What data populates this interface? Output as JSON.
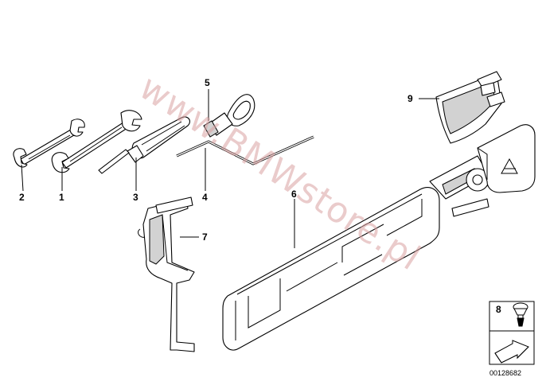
{
  "callouts": {
    "c1": "1",
    "c2": "2",
    "c3": "3",
    "c4": "4",
    "c5": "5",
    "c6": "6",
    "c7": "7",
    "c8": "8",
    "c9": "9"
  },
  "watermark": "www.BMWstore.pl",
  "reference_number": "00128682",
  "colors": {
    "line": "#000000",
    "shade": "#d2d2d2",
    "watermark": "#d9a0a0"
  }
}
